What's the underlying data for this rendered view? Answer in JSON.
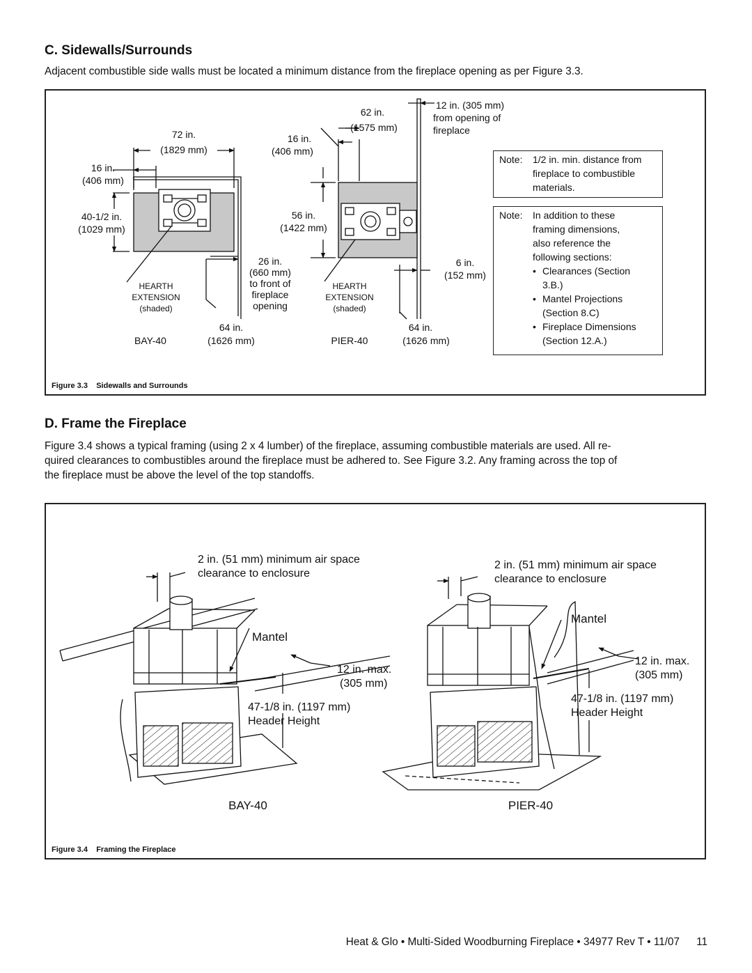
{
  "section_c": {
    "heading": "C. Sidewalls/Surrounds",
    "paragraph": "Adjacent combustible side walls must be located a minimum distance from the fireplace opening as per Figure 3.3."
  },
  "figure_3_3": {
    "caption_num": "Figure 3.3",
    "caption_title": "Sidewalls and Surrounds",
    "bay": {
      "label": "BAY-40",
      "dim_72": "72 in.",
      "dim_72_mm": "(1829 mm)",
      "dim_16": "16 in.",
      "dim_16_mm": "(406 mm)",
      "dim_40": "40-1/2 in.",
      "dim_40_mm": "(1029 mm)",
      "dim_26": "26 in.",
      "dim_26_mm": "(660 mm)",
      "dim_26_note1": "to front of",
      "dim_26_note2": "fireplace",
      "dim_26_note3": "opening",
      "dim_64": "64 in.",
      "dim_64_mm": "(1626 mm)",
      "hearth1": "HEARTH",
      "hearth2": "EXTENSION",
      "hearth3": "(shaded)"
    },
    "pier": {
      "label": "PIER-40",
      "dim_62": "62 in.",
      "dim_62_mm": "(1575 mm)",
      "dim_16": "16 in.",
      "dim_16_mm": "(406 mm)",
      "dim_56": "56 in.",
      "dim_56_mm": "(1422 mm)",
      "dim_12": "12 in. (305 mm)",
      "dim_12_l2": "from opening of",
      "dim_12_l3": "fireplace",
      "dim_6": "6 in.",
      "dim_6_mm": "(152 mm)",
      "dim_64": "64 in.",
      "dim_64_mm": "(1626 mm)",
      "hearth1": "HEARTH",
      "hearth2": "EXTENSION",
      "hearth3": "(shaded)"
    },
    "note1": {
      "label": "Note:",
      "line1": "1/2 in. min. distance from",
      "line2": "fireplace to combustible",
      "line3": "materials."
    },
    "note2": {
      "label": "Note:",
      "line1": "In addition to these",
      "line2": "framing dimensions,",
      "line3": "also reference the",
      "line4": "following sections:",
      "items": [
        [
          "Clearances (Section",
          "3.B.)"
        ],
        [
          "Mantel Projections",
          "(Section 8.C)"
        ],
        [
          "Fireplace Dimensions",
          "(Section 12.A.)"
        ]
      ]
    }
  },
  "section_d": {
    "heading": "D. Frame the Fireplace",
    "paragraph_l1": "Figure 3.4 shows a typical framing (using 2 x 4 lumber) of the fireplace, assuming combustible materials are used. All re-",
    "paragraph_l2": "quired clearances to combustibles around the fireplace must be adhered to. See Figure 3.2. Any framing across the top of",
    "paragraph_l3": "the fireplace must be above the level of the top standoffs."
  },
  "figure_3_4": {
    "caption_num": "Figure 3.4",
    "caption_title": "Framing the Fireplace",
    "bay": {
      "label": "BAY-40",
      "air1": "2 in. (51 mm) minimum air space",
      "air2": "clearance to enclosure",
      "mantel": "Mantel",
      "max1": "12 in. max.",
      "max2": "(305 mm)",
      "hh1": "47-1/8 in. (1197 mm)",
      "hh2": "Header Height"
    },
    "pier": {
      "label": "PIER-40",
      "air1": "2 in. (51 mm) minimum air space",
      "air2": "clearance to enclosure",
      "mantel": "Mantel",
      "max1": "12 in. max.",
      "max2": "(305 mm)",
      "hh1": "47-1/8 in. (1197 mm)",
      "hh2": "Header Height"
    }
  },
  "footer": {
    "text": "Heat & Glo • Multi-Sided Woodburning Fireplace • 34977 Rev T • 11/07",
    "page": "11"
  }
}
